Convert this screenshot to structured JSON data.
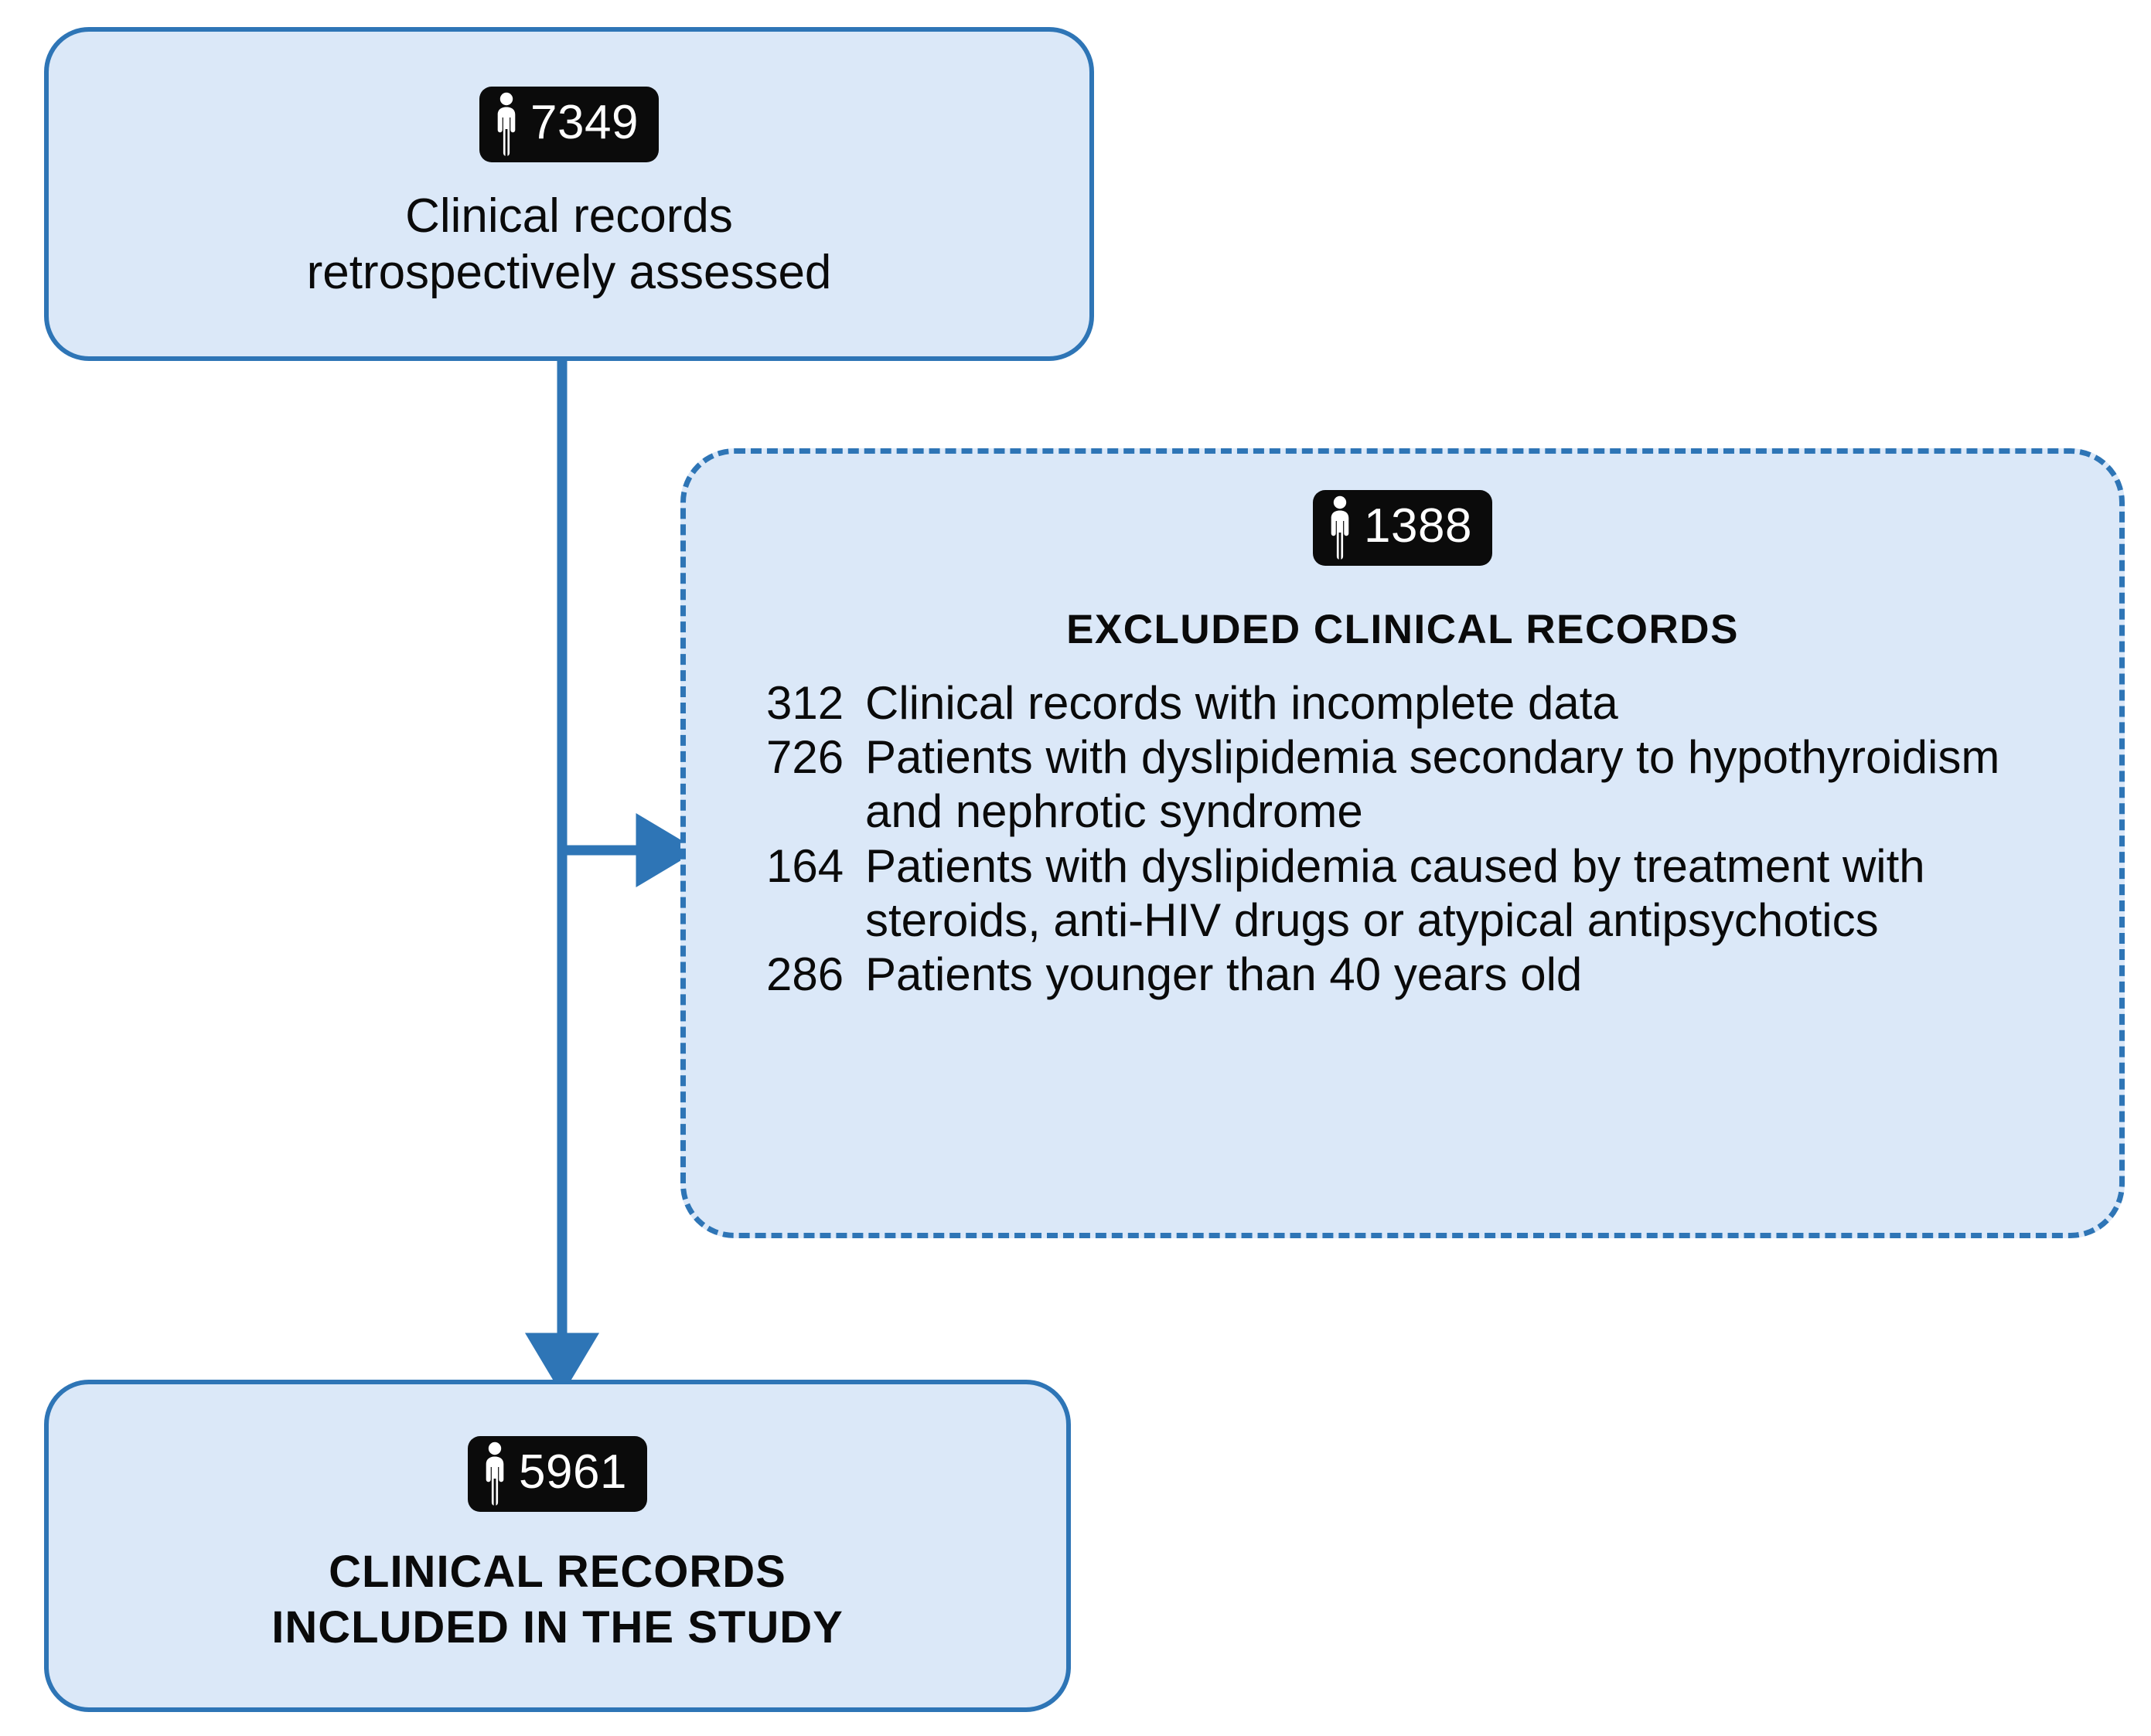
{
  "colors": {
    "box_fill": "#DBE8F8",
    "box_border": "#2E75B6",
    "connector": "#2E75B6",
    "badge_background": "#0B0B0B",
    "badge_text": "#FFFFFF",
    "body_text": "#0A0A0A"
  },
  "flowchart": {
    "type": "study-selection-flow-diagram",
    "assessed": {
      "badge_icon": "person-icon",
      "count": "7349",
      "line1": "Clinical records",
      "line2": "retrospectively assessed"
    },
    "excluded": {
      "badge_icon": "person-icon",
      "count": "1388",
      "heading": "EXCLUDED CLINICAL RECORDS",
      "items": [
        {
          "count": "312",
          "label": "Clinical records with incomplete data"
        },
        {
          "count": "726",
          "label": "Patients with dyslipidemia secondary to hypothyroidism and nephrotic syndrome"
        },
        {
          "count": "164",
          "label": "Patients with dyslipidemia caused by treatment with steroids, anti-HIV drugs or atypical antipsychotics"
        },
        {
          "count": "286",
          "label": "Patients younger than 40 years old"
        }
      ]
    },
    "included": {
      "badge_icon": "person-icon",
      "count": "5961",
      "line1": "CLINICAL RECORDS",
      "line2": "INCLUDED IN THE STUDY"
    }
  }
}
